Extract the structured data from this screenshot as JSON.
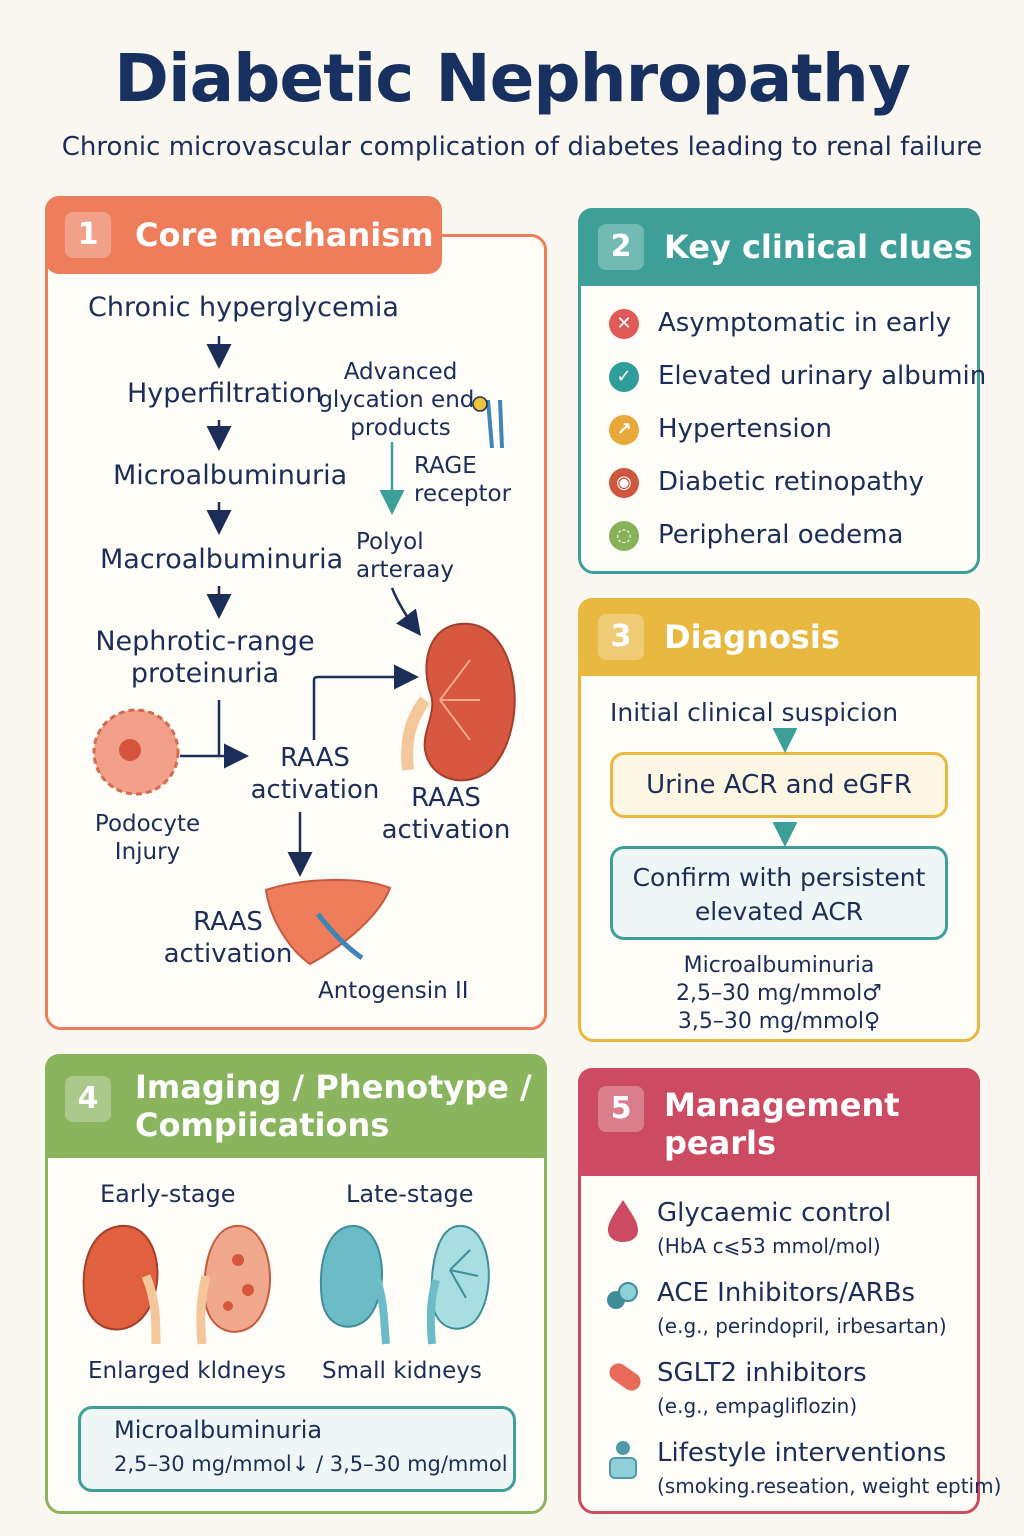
{
  "title": "Diabetic Nephropathy",
  "subtitle": "Chronic microvascular complication of diabetes leading to renal failure",
  "colors": {
    "mechanism": "#ee7d5c",
    "clues": "#3e9f98",
    "diagnosis": "#e9b840",
    "imaging": "#8ab55e",
    "management": "#cc4b62",
    "text": "#1c2e57"
  },
  "mechanism": {
    "number": "1",
    "title": "Core mechanism",
    "steps": [
      "Chronic hyperglycemia",
      "Hyperfiltration",
      "Microalbuminuria",
      "Macroalbuminuria",
      "Nephrotic-range proteinuria"
    ],
    "age": "Advanced glycation end-products",
    "rage": "RAGE receptor",
    "polyol": "Polyol arteraay",
    "raas_center": "RAAS activation",
    "raas_right": "RAAS activation",
    "raas_bottom": "RAAS activation",
    "podocyte": "Podocyte Injury",
    "angiotensin": "Antogensin II"
  },
  "clues": {
    "number": "2",
    "title": "Key clinical clues",
    "items": [
      {
        "label": "Asymptomatic in early",
        "icon": "cross-icon",
        "color": "#e05a5a"
      },
      {
        "label": "Elevated urinary albumin",
        "icon": "check-icon",
        "color": "#2f9d9a"
      },
      {
        "label": "Hypertension",
        "icon": "gauge-icon",
        "color": "#e8a93a"
      },
      {
        "label": "Diabetic retinopathy",
        "icon": "eye-icon",
        "color": "#d0573f"
      },
      {
        "label": "Peripheral oedema",
        "icon": "drop-icon",
        "color": "#86b25a"
      }
    ]
  },
  "diagnosis": {
    "number": "3",
    "title": "Diagnosis",
    "step1": "Initial clinical suspicion",
    "step2": "Urine ACR and eGFR",
    "step3": "Confirm with persistent elevated ACR",
    "note_title": "Microalbuminuria",
    "note_line1": "2,5–30 mg/mmol♂",
    "note_line2": "3,5–30 mg/mmol♀"
  },
  "imaging": {
    "number": "4",
    "title": "Imaging / Phenotype / Compiications",
    "early_label": "Early-stage",
    "late_label": "Late-stage",
    "enlarged": "Enlarged kldneys",
    "small": "Small kidneys",
    "box_title": "Microalbuminuria",
    "box_text": "2,5–30 mg/mmol↓ / 3,5–30 mg/mmol"
  },
  "management": {
    "number": "5",
    "title": "Management pearls",
    "items": [
      {
        "title": "Glycaemic control",
        "sub": "(HbA c⩽53 mmol/mol)",
        "icon": "blood-drop-icon"
      },
      {
        "title": "ACE Inhibitors/ARBs",
        "sub": "(e.g., perindopril, irbesartan)",
        "icon": "pill-icon"
      },
      {
        "title": "SGLT2 inhibitors",
        "sub": "(e.g., empagliflozin)",
        "icon": "capsule-icon"
      },
      {
        "title": "Lifestyle interventions",
        "sub": "(smoking.reseation, weight eptim)",
        "icon": "person-icon"
      }
    ]
  }
}
